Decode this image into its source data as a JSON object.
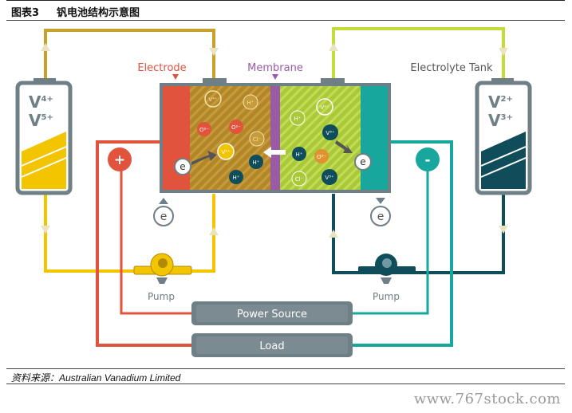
{
  "figure": {
    "number": "图表3",
    "title": "钒电池结构示意图"
  },
  "labels": {
    "electrode": "Electrode",
    "membrane": "Membrane",
    "electrolyte_tank": "Electrolyte Tank",
    "pump_left": "Pump",
    "pump_right": "Pump",
    "power_source": "Power Source",
    "load": "Load",
    "plus": "+",
    "minus": "-",
    "electron": "e"
  },
  "left_tank": {
    "ion_a": "V",
    "ion_a_charge": "4+",
    "ion_b": "V",
    "ion_b_charge": "5+"
  },
  "right_tank": {
    "ion_a": "V",
    "ion_a_charge": "2+",
    "ion_b": "V",
    "ion_b_charge": "3+"
  },
  "ions": {
    "v4": "V⁴⁺",
    "v5": "V⁵⁺",
    "o2": "O²⁻",
    "h": "H⁺",
    "cl": "Cl⁻",
    "v2": "V²⁺",
    "v3": "V³⁺"
  },
  "source": "资料来源：Australian Vanadium Limited",
  "watermark": "www.767stock.com",
  "colors": {
    "yellow": "#f2c500",
    "green_light": "#c3dc3a",
    "teal": "#17a79c",
    "dark_teal": "#0f4d5a",
    "red": "#e2533d",
    "purple": "#9b5aa6",
    "grey": "#6f7f86",
    "pipe_top_left": "#c9a12a"
  }
}
